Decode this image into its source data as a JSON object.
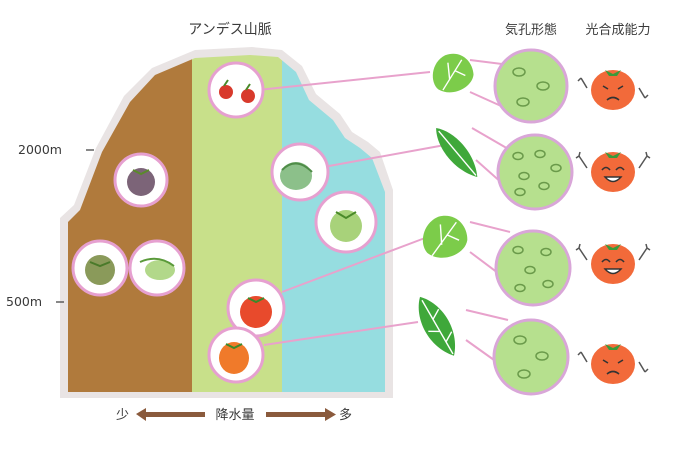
{
  "title": "アンデス山脈",
  "elevation_labels": {
    "high": "2000m",
    "low": "500m"
  },
  "precipitation": {
    "label": "降水量",
    "low": "少",
    "high": "多"
  },
  "column_headers": {
    "stomata": "気孔形態",
    "photosynthesis": "光合成能力"
  },
  "colors": {
    "dry_zone": "#b07a3c",
    "mid_zone": "#c8e08a",
    "wet_zone": "#96dde0",
    "mountain_outline": "#e9e4e4",
    "connector": "#e8a2cc",
    "arrow": "#8a5a3c",
    "leaf": "#6cc24a",
    "stomata_circle": "#a8dc84",
    "tomato": "#f26a3a"
  },
  "rows": [
    {
      "leaf": "leaf-icon",
      "stomata_pattern": "sparse-stomata",
      "tomato_face": "sad"
    },
    {
      "leaf": "leaf-icon",
      "stomata_pattern": "dense-stomata",
      "tomato_face": "happy"
    },
    {
      "leaf": "leaf-icon",
      "stomata_pattern": "medium-stomata",
      "tomato_face": "happy"
    },
    {
      "leaf": "leaf-icon",
      "stomata_pattern": "sparse-stomata",
      "tomato_face": "sad"
    }
  ]
}
